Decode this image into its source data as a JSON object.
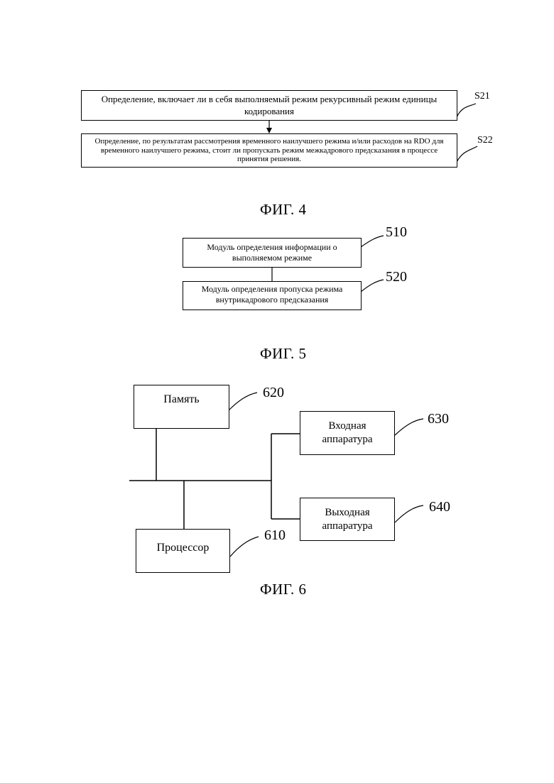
{
  "fig4": {
    "caption": "ФИГ. 4",
    "step1": {
      "text": "Определение, включает ли в себя выполняемый режим рекурсивный режим единицы кодирования",
      "ref": "S21"
    },
    "step2": {
      "text": "Определение, по результатам рассмотрения временного наилучшего режима и/или расходов на RDO для временного наилучшего режима, стоит ли пропускать режим межкадрового предсказания в процессе принятия решения.",
      "ref": "S22"
    }
  },
  "fig5": {
    "caption": "ФИГ. 5",
    "module1": {
      "text": "Модуль определения информации о выполняемом режиме",
      "ref": "510"
    },
    "module2": {
      "text": "Модуль определения пропуска режима внутрикадрового предсказания",
      "ref": "520"
    }
  },
  "fig6": {
    "caption": "ФИГ. 6",
    "memory": {
      "text": "Память",
      "ref": "620"
    },
    "input": {
      "text": "Входная аппаратура",
      "ref": "630"
    },
    "output": {
      "text": "Выходная аппаратура",
      "ref": "640"
    },
    "processor": {
      "text": "Процессор",
      "ref": "610"
    }
  }
}
